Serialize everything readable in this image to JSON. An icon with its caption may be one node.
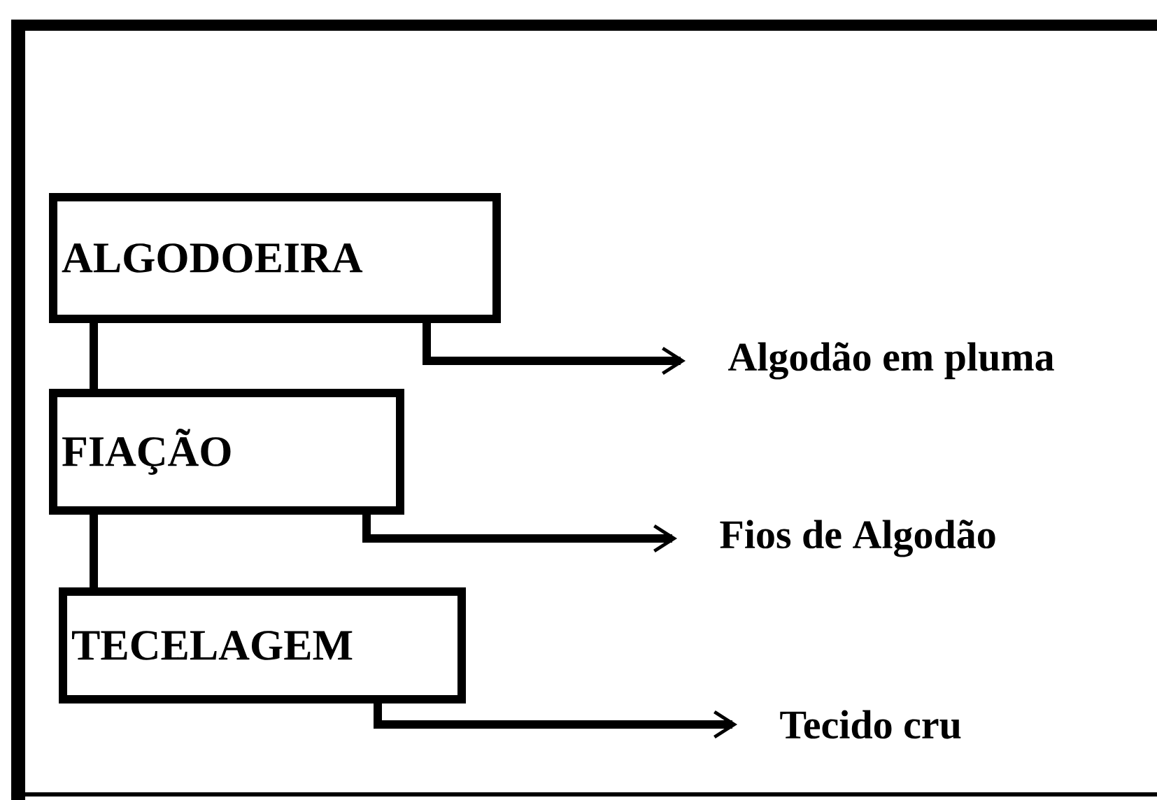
{
  "diagram": {
    "nodes": [
      {
        "text": [
          "ALGODOEIRA"
        ]
      },
      {
        "text": [
          "FIAÇÃO"
        ]
      },
      {
        "text": [
          "TECELAGEM"
        ]
      },
      {
        "text": [
          "Algodão em pluma"
        ]
      },
      {
        "text": [
          "Fios de Algodão"
        ]
      },
      {
        "text": [
          "Tecido cru"
        ]
      }
    ],
    "edges": [
      {
        "from": 0,
        "to": 1,
        "arrow": "none"
      },
      {
        "from": 1,
        "to": 2,
        "arrow": "none"
      },
      {
        "from": 0,
        "to": 3,
        "arrow": "to"
      },
      {
        "from": 1,
        "to": 4,
        "arrow": "to"
      },
      {
        "from": 2,
        "to": 5,
        "arrow": "to"
      }
    ]
  }
}
